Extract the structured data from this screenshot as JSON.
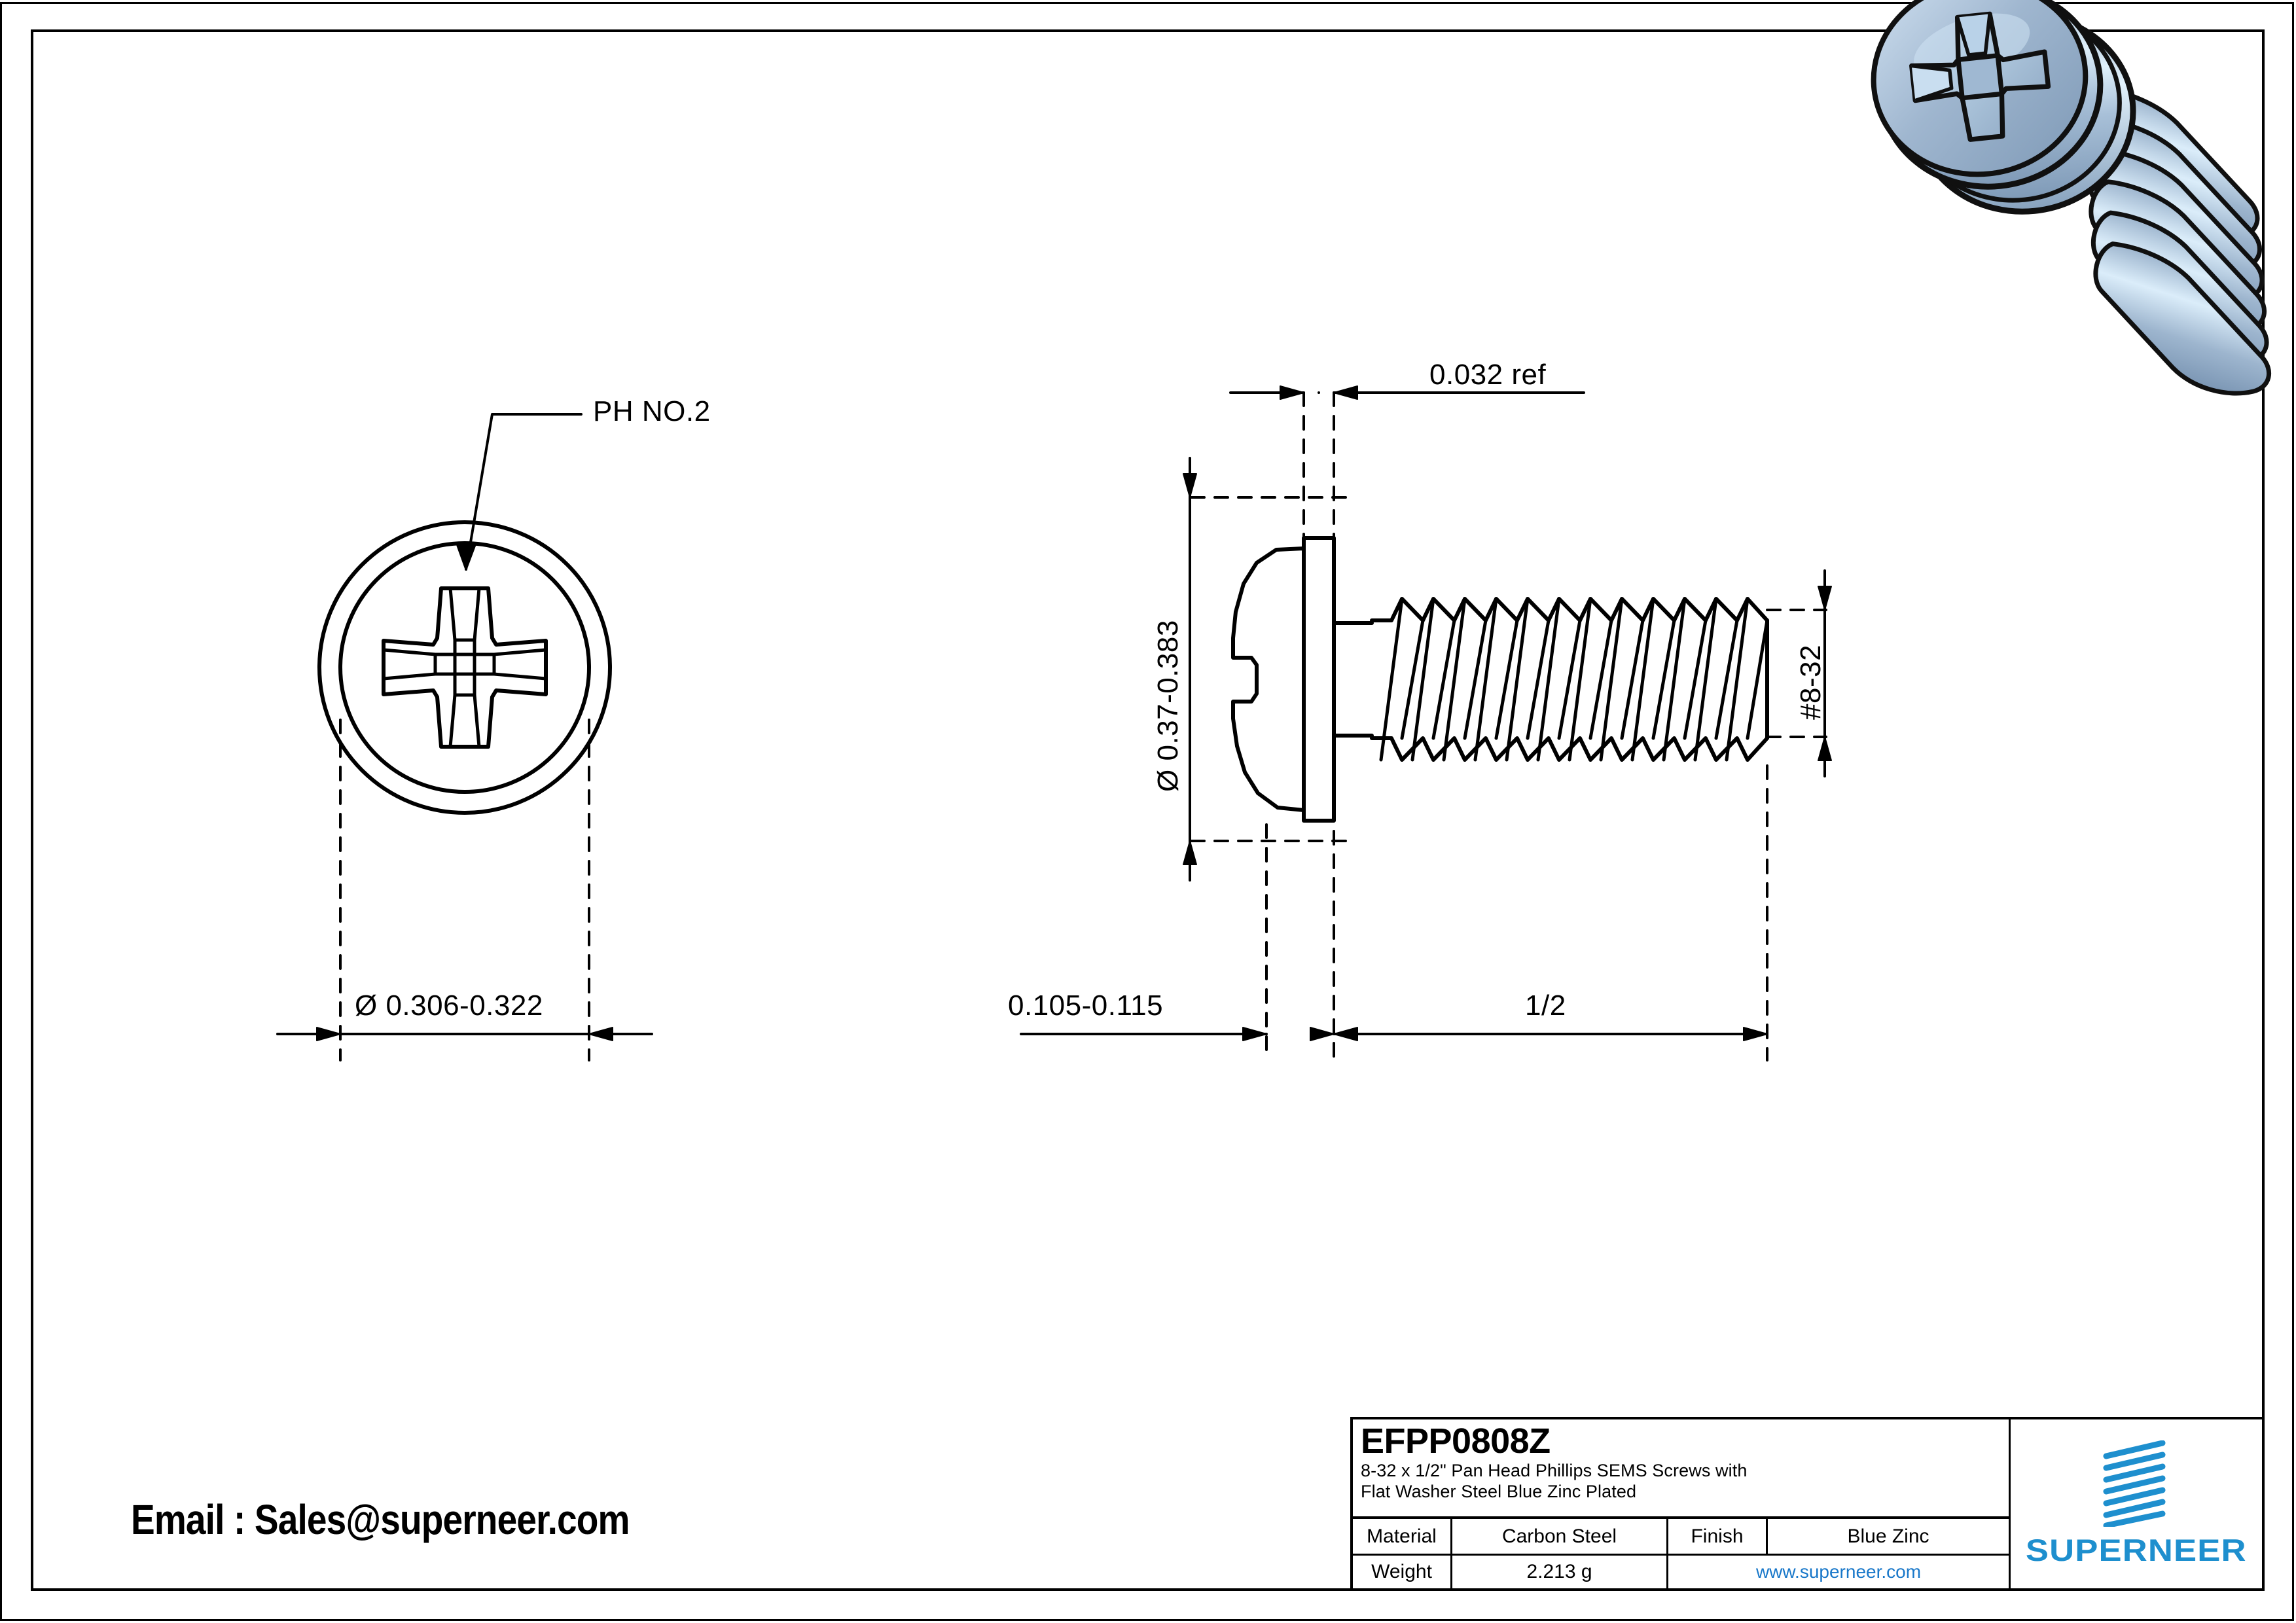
{
  "sheet": {
    "background": "#ffffff",
    "line_color": "#000000",
    "accent_blue": "#1e8fce",
    "link_blue": "#1877c9"
  },
  "contact": {
    "email_line": "Email : Sales@superneer.com"
  },
  "end_view": {
    "leader_label": "PH NO.2",
    "diameter_dim": "Ø 0.306-0.322"
  },
  "side_view": {
    "washer_thickness_dim": "0.032 ref",
    "head_diameter_dim": "Ø 0.37-0.383",
    "thread_spec": "#8-32",
    "head_height_dim": "0.105-0.115",
    "thread_length_dim": "1/2"
  },
  "title_block": {
    "part_number": "EFPP0808Z",
    "description_line1": "8-32 x 1/2\" Pan Head Phillips SEMS Screws with",
    "description_line2": "Flat Washer Steel Blue Zinc Plated",
    "material_label": "Material",
    "material_value": "Carbon Steel",
    "finish_label": "Finish",
    "finish_value": "Blue Zinc",
    "weight_label": "Weight",
    "weight_value": "2.213 g",
    "website": "www.superneer.com",
    "brand": "SUPERNEER"
  },
  "render_3d": {
    "body_fill_light": "#b9cde2",
    "body_fill_mid": "#8fa9c4",
    "body_fill_highlight": "#d7eaf8",
    "outline": "#101010"
  }
}
